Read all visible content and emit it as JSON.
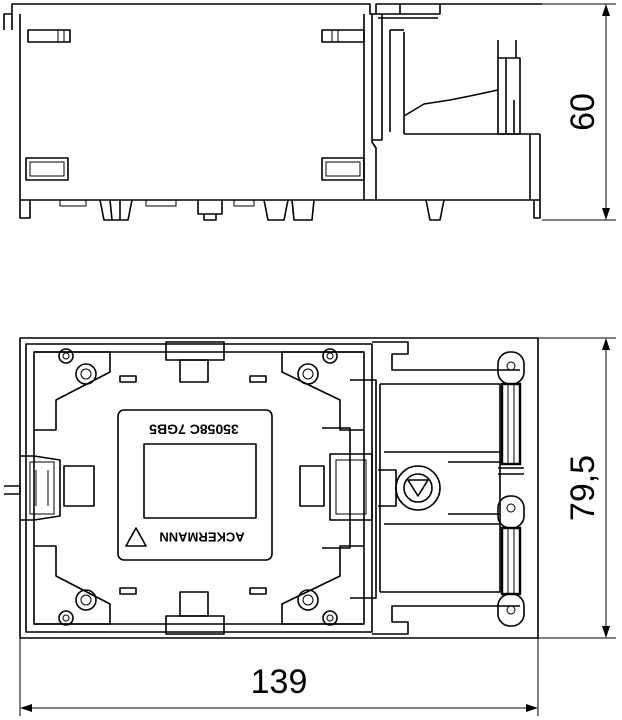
{
  "drawing": {
    "dimensions": {
      "side_height": "60",
      "top_height": "79,5",
      "overall_width": "139"
    },
    "module_label": {
      "part_numbers": "35058C  7GB5",
      "brand": "ACKERMANN"
    },
    "colors": {
      "line": "#000000",
      "background": "#ffffff"
    }
  }
}
